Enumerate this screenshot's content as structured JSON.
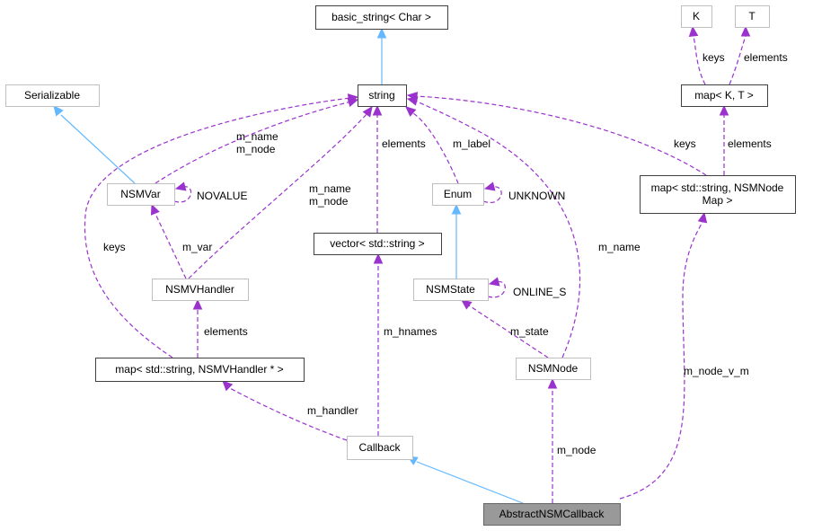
{
  "colors": {
    "inheritance": "#63b8ff",
    "usage": "#9a32cd",
    "node_border_dark": "#404040",
    "node_border_light": "#bfbfbf",
    "focus_fill": "#999999"
  },
  "nodes": [
    {
      "id": "basic_string",
      "lines": [
        "basic_string< Char >"
      ],
      "style": "dark"
    },
    {
      "id": "string",
      "lines": [
        "string"
      ],
      "style": "dark"
    },
    {
      "id": "serializable",
      "lines": [
        "Serializable"
      ],
      "style": "light"
    },
    {
      "id": "k",
      "lines": [
        "K"
      ],
      "style": "light"
    },
    {
      "id": "t",
      "lines": [
        "T"
      ],
      "style": "light"
    },
    {
      "id": "map_k_t",
      "lines": [
        "map< K, T >"
      ],
      "style": "dark"
    },
    {
      "id": "map_node_map",
      "lines": [
        "map< std::string, NSMNode",
        "Map >"
      ],
      "style": "dark"
    },
    {
      "id": "nsmvar",
      "lines": [
        "NSMVar"
      ],
      "style": "light"
    },
    {
      "id": "enum",
      "lines": [
        "Enum"
      ],
      "style": "light"
    },
    {
      "id": "vector_string",
      "lines": [
        "vector< std::string >"
      ],
      "style": "dark"
    },
    {
      "id": "nsmvhandler",
      "lines": [
        "NSMVHandler"
      ],
      "style": "light"
    },
    {
      "id": "nsmstate",
      "lines": [
        "NSMState"
      ],
      "style": "light"
    },
    {
      "id": "map_handler",
      "lines": [
        "map< std::string, NSMVHandler * >"
      ],
      "style": "dark"
    },
    {
      "id": "nsmnode",
      "lines": [
        "NSMNode"
      ],
      "style": "light"
    },
    {
      "id": "callback",
      "lines": [
        "Callback"
      ],
      "style": "light"
    },
    {
      "id": "abstract_nsm_callback",
      "lines": [
        "AbstractNSMCallback"
      ],
      "style": "focus"
    }
  ],
  "edges": [
    {
      "id": "string-to-basic_string",
      "kind": "inheritance",
      "labels": []
    },
    {
      "id": "nsmvar-to-serializable",
      "kind": "inheritance",
      "labels": []
    },
    {
      "id": "nsmstate-to-enum",
      "kind": "inheritance",
      "labels": []
    },
    {
      "id": "callback-to-abstract",
      "kind": "inheritance",
      "labels": []
    },
    {
      "id": "string-to-nsmvar",
      "kind": "usage",
      "labels": [
        "m_name",
        "m_node"
      ]
    },
    {
      "id": "string-to-nsmvhandler",
      "kind": "usage",
      "labels": [
        "m_name",
        "m_node"
      ]
    },
    {
      "id": "string-to-map_handler",
      "kind": "usage",
      "labels": [
        "keys"
      ]
    },
    {
      "id": "string-to-vector",
      "kind": "usage",
      "labels": [
        "elements"
      ]
    },
    {
      "id": "string-to-enum",
      "kind": "usage",
      "labels": [
        "m_label"
      ]
    },
    {
      "id": "string-to-nsmnode",
      "kind": "usage",
      "labels": [
        "m_name"
      ]
    },
    {
      "id": "string-to-map_node_map",
      "kind": "usage",
      "labels": [
        "keys"
      ]
    },
    {
      "id": "k-to-map_k_t",
      "kind": "usage",
      "labels": [
        "keys"
      ]
    },
    {
      "id": "t-to-map_k_t",
      "kind": "usage",
      "labels": [
        "elements"
      ]
    },
    {
      "id": "map_k_t-to-map_node_map",
      "kind": "usage",
      "labels": [
        "elements"
      ]
    },
    {
      "id": "nsmvar-self",
      "kind": "usage",
      "labels": [
        "NOVALUE"
      ]
    },
    {
      "id": "nsmvar-to-nsmvhandler",
      "kind": "usage",
      "labels": [
        "m_var"
      ]
    },
    {
      "id": "enum-self",
      "kind": "usage",
      "labels": [
        "UNKNOWN"
      ]
    },
    {
      "id": "nsmstate-self",
      "kind": "usage",
      "labels": [
        "ONLINE_S"
      ]
    },
    {
      "id": "nsmstate-to-nsmnode",
      "kind": "usage",
      "labels": [
        "m_state"
      ]
    },
    {
      "id": "nsmvhandler-to-map_handler",
      "kind": "usage",
      "labels": [
        "elements"
      ]
    },
    {
      "id": "vector-to-callback",
      "kind": "usage",
      "labels": [
        "m_hnames"
      ]
    },
    {
      "id": "map_handler-to-callback",
      "kind": "usage",
      "labels": [
        "m_handler"
      ]
    },
    {
      "id": "nsmnode-to-abstract",
      "kind": "usage",
      "labels": [
        "m_node"
      ]
    },
    {
      "id": "map_node_map-to-abstract",
      "kind": "usage",
      "labels": [
        "m_node_v_m"
      ]
    }
  ]
}
